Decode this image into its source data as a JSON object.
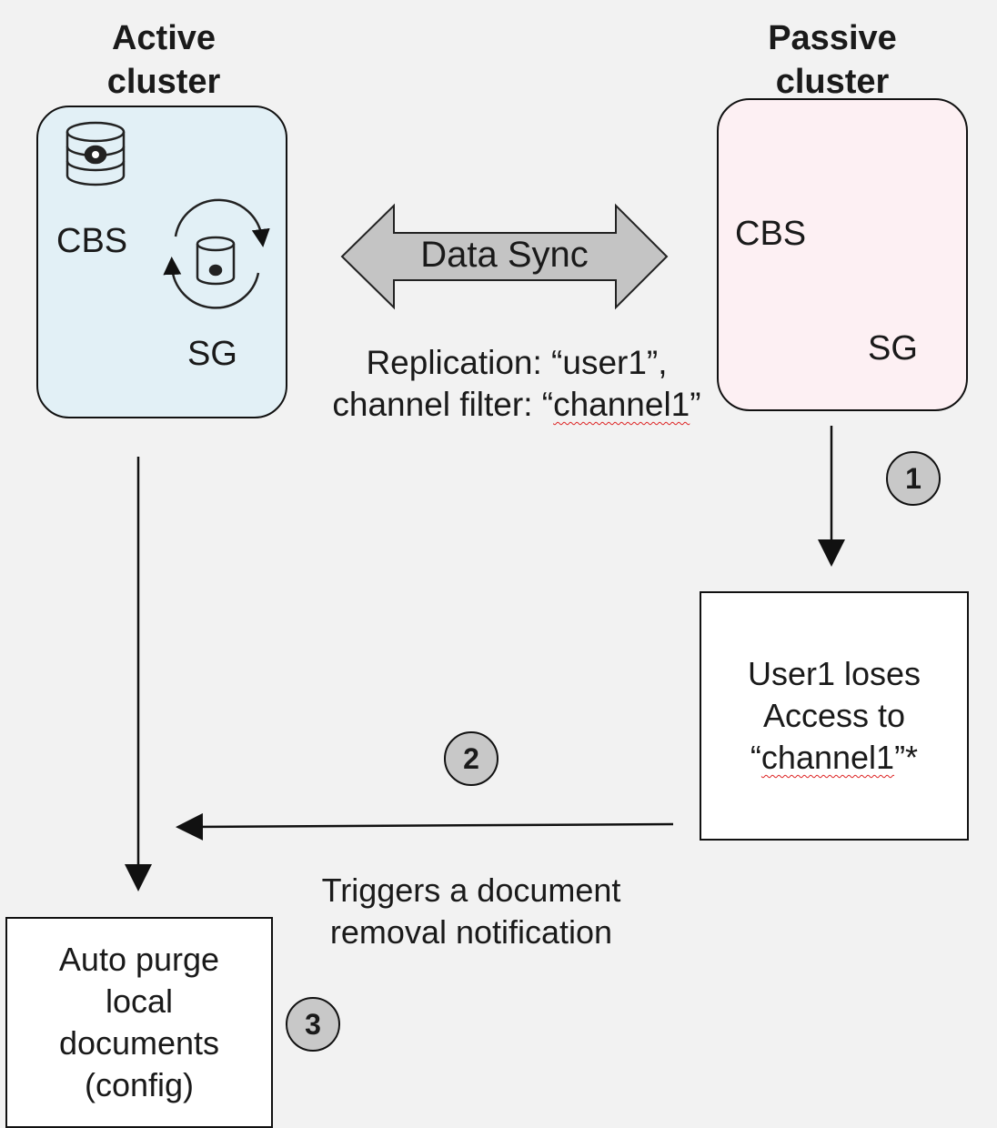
{
  "active": {
    "title_line1": "Active",
    "title_line2": "cluster",
    "cbs_label": "CBS",
    "sg_label": "SG",
    "color": "#e2f0f6"
  },
  "passive": {
    "title_line1": "Passive",
    "title_line2": "cluster",
    "cbs_label": "CBS",
    "sg_label": "SG",
    "color": "#fdf0f3"
  },
  "sync": {
    "label": "Data Sync",
    "replication_line1": "Replication: “user1”,",
    "replication_line2_prefix": "channel filter: “",
    "replication_line2_word": "channel1",
    "replication_line2_suffix": "”"
  },
  "step1": {
    "number": "1"
  },
  "step2": {
    "number": "2"
  },
  "step3": {
    "number": "3"
  },
  "lose_box": {
    "line1": "User1 loses",
    "line2": "Access to",
    "line3_prefix": "“",
    "line3_word": "channel1",
    "line3_suffix": "”*"
  },
  "notification": {
    "line1": "Triggers a document",
    "line2": "removal notification"
  },
  "purge_box": {
    "line1": "Auto purge",
    "line2": "local",
    "line3": "documents",
    "line4": "(config)"
  },
  "icons": [
    "database-icon",
    "sync-database-icon"
  ]
}
